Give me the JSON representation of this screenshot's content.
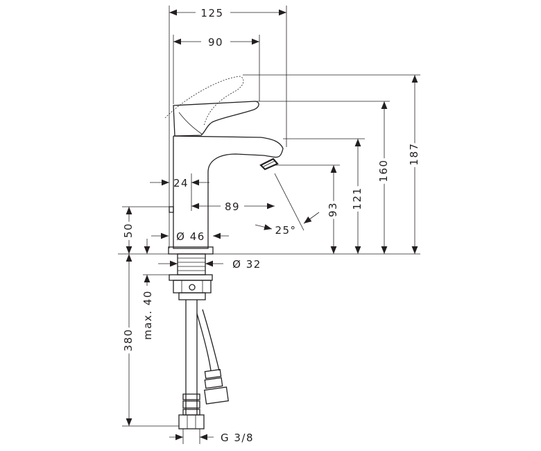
{
  "dimensions": {
    "width_total": "125",
    "width_lever": "90",
    "height_total": "187",
    "height_lever": "160",
    "height_spout": "121",
    "height_outlet": "93",
    "spout_offset": "24",
    "spout_reach": "89",
    "base_diameter": "Ø 46",
    "shank_diameter": "Ø 32",
    "base_height": "50",
    "deck_thickness": "max. 40",
    "hose_length": "380",
    "connection": "G 3/8",
    "spray_angle": "25°"
  }
}
